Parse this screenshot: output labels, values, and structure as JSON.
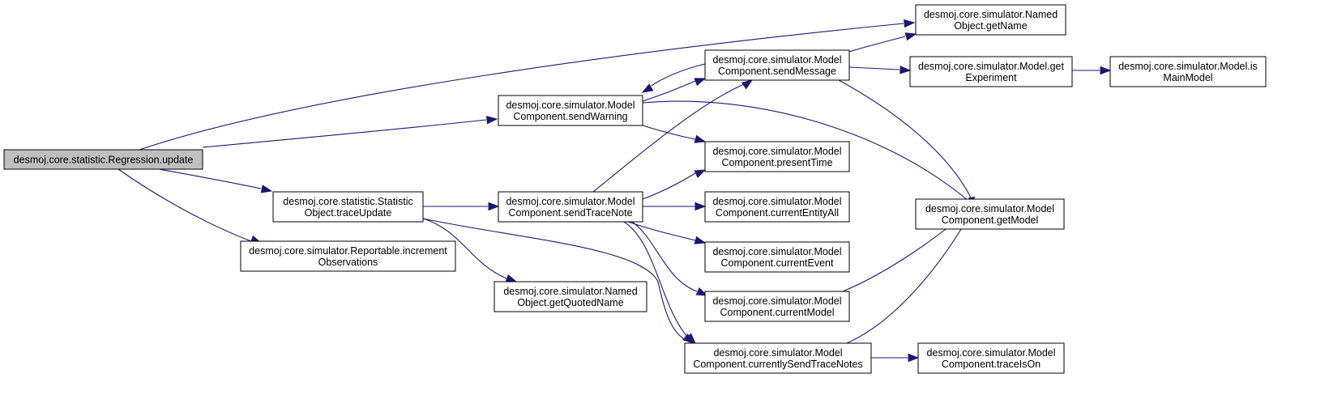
{
  "colors": {
    "edge": "#191970",
    "root_fill": "#bfbfbf",
    "node_fill": "#ffffff"
  },
  "nodes": [
    {
      "id": "n0",
      "lines": [
        "desmoj.core.statistic.Regression.update"
      ],
      "root": true
    },
    {
      "id": "n1",
      "lines": [
        "desmoj.core.simulator.Named",
        "Object.getName"
      ]
    },
    {
      "id": "n2",
      "lines": [
        "desmoj.core.simulator.Model",
        "Component.sendWarning"
      ]
    },
    {
      "id": "n3",
      "lines": [
        "desmoj.core.statistic.Statistic",
        "Object.traceUpdate"
      ]
    },
    {
      "id": "n4",
      "lines": [
        "desmoj.core.simulator.Reportable.increment",
        "Observations"
      ]
    },
    {
      "id": "n5",
      "lines": [
        "desmoj.core.simulator.Model",
        "Component.sendMessage"
      ]
    },
    {
      "id": "n6",
      "lines": [
        "desmoj.core.simulator.Model.get",
        "Experiment"
      ]
    },
    {
      "id": "n7",
      "lines": [
        "desmoj.core.simulator.Model.is",
        "MainModel"
      ]
    },
    {
      "id": "n8",
      "lines": [
        "desmoj.core.simulator.Model",
        "Component.presentTime"
      ]
    },
    {
      "id": "n9",
      "lines": [
        "desmoj.core.simulator.Model",
        "Component.sendTraceNote"
      ]
    },
    {
      "id": "n10",
      "lines": [
        "desmoj.core.simulator.Model",
        "Component.currentEntityAll"
      ]
    },
    {
      "id": "n11",
      "lines": [
        "desmoj.core.simulator.Model",
        "Component.getModel"
      ]
    },
    {
      "id": "n12",
      "lines": [
        "desmoj.core.simulator.Model",
        "Component.currentEvent"
      ]
    },
    {
      "id": "n13",
      "lines": [
        "desmoj.core.simulator.Named",
        "Object.getQuotedName"
      ]
    },
    {
      "id": "n14",
      "lines": [
        "desmoj.core.simulator.Model",
        "Component.currentModel"
      ]
    },
    {
      "id": "n15",
      "lines": [
        "desmoj.core.simulator.Model",
        "Component.currentlySendTraceNotes"
      ]
    },
    {
      "id": "n16",
      "lines": [
        "desmoj.core.simulator.Model",
        "Component.traceIsOn"
      ]
    }
  ],
  "edges": [
    [
      "n0",
      "n1"
    ],
    [
      "n0",
      "n2"
    ],
    [
      "n0",
      "n3"
    ],
    [
      "n0",
      "n4"
    ],
    [
      "n2",
      "n5"
    ],
    [
      "n2",
      "n8"
    ],
    [
      "n2",
      "n11"
    ],
    [
      "n5",
      "n1"
    ],
    [
      "n5",
      "n6"
    ],
    [
      "n5",
      "n2"
    ],
    [
      "n5",
      "n11"
    ],
    [
      "n6",
      "n7"
    ],
    [
      "n3",
      "n9"
    ],
    [
      "n3",
      "n13"
    ],
    [
      "n3",
      "n15"
    ],
    [
      "n9",
      "n5"
    ],
    [
      "n9",
      "n8"
    ],
    [
      "n9",
      "n10"
    ],
    [
      "n9",
      "n12"
    ],
    [
      "n9",
      "n14"
    ],
    [
      "n9",
      "n15"
    ],
    [
      "n14",
      "n11"
    ],
    [
      "n15",
      "n11"
    ],
    [
      "n15",
      "n16"
    ]
  ]
}
